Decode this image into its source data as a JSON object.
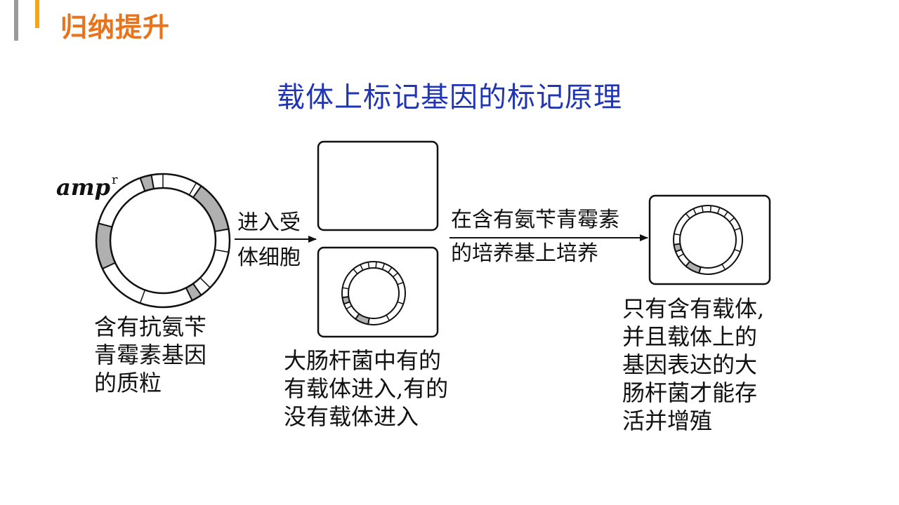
{
  "header": {
    "section_title": "归纳提升",
    "main_title": "载体上标记基因的标记原理"
  },
  "plasmid": {
    "label": "amp",
    "label_superscript": "r"
  },
  "steps": {
    "step1": [
      "进入受",
      "体细胞"
    ],
    "step2": [
      "在含有氨苄青霉素",
      "的培养基上培养"
    ]
  },
  "captions": {
    "plasmid": [
      "含有抗氨苄",
      "青霉素基因",
      "的质粒"
    ],
    "bacteria": [
      "大肠杆菌中有的",
      "有载体进入,有的",
      "没有载体进入"
    ],
    "result": [
      "只有含有载体,",
      "并且载体上的",
      "基因表达的大",
      "肠杆菌才能存",
      "活并增殖"
    ]
  },
  "colors": {
    "section_title": "#e8731a",
    "main_title": "#1f35b5",
    "marker_segment": "#b0b0b0",
    "line": "#111111"
  }
}
